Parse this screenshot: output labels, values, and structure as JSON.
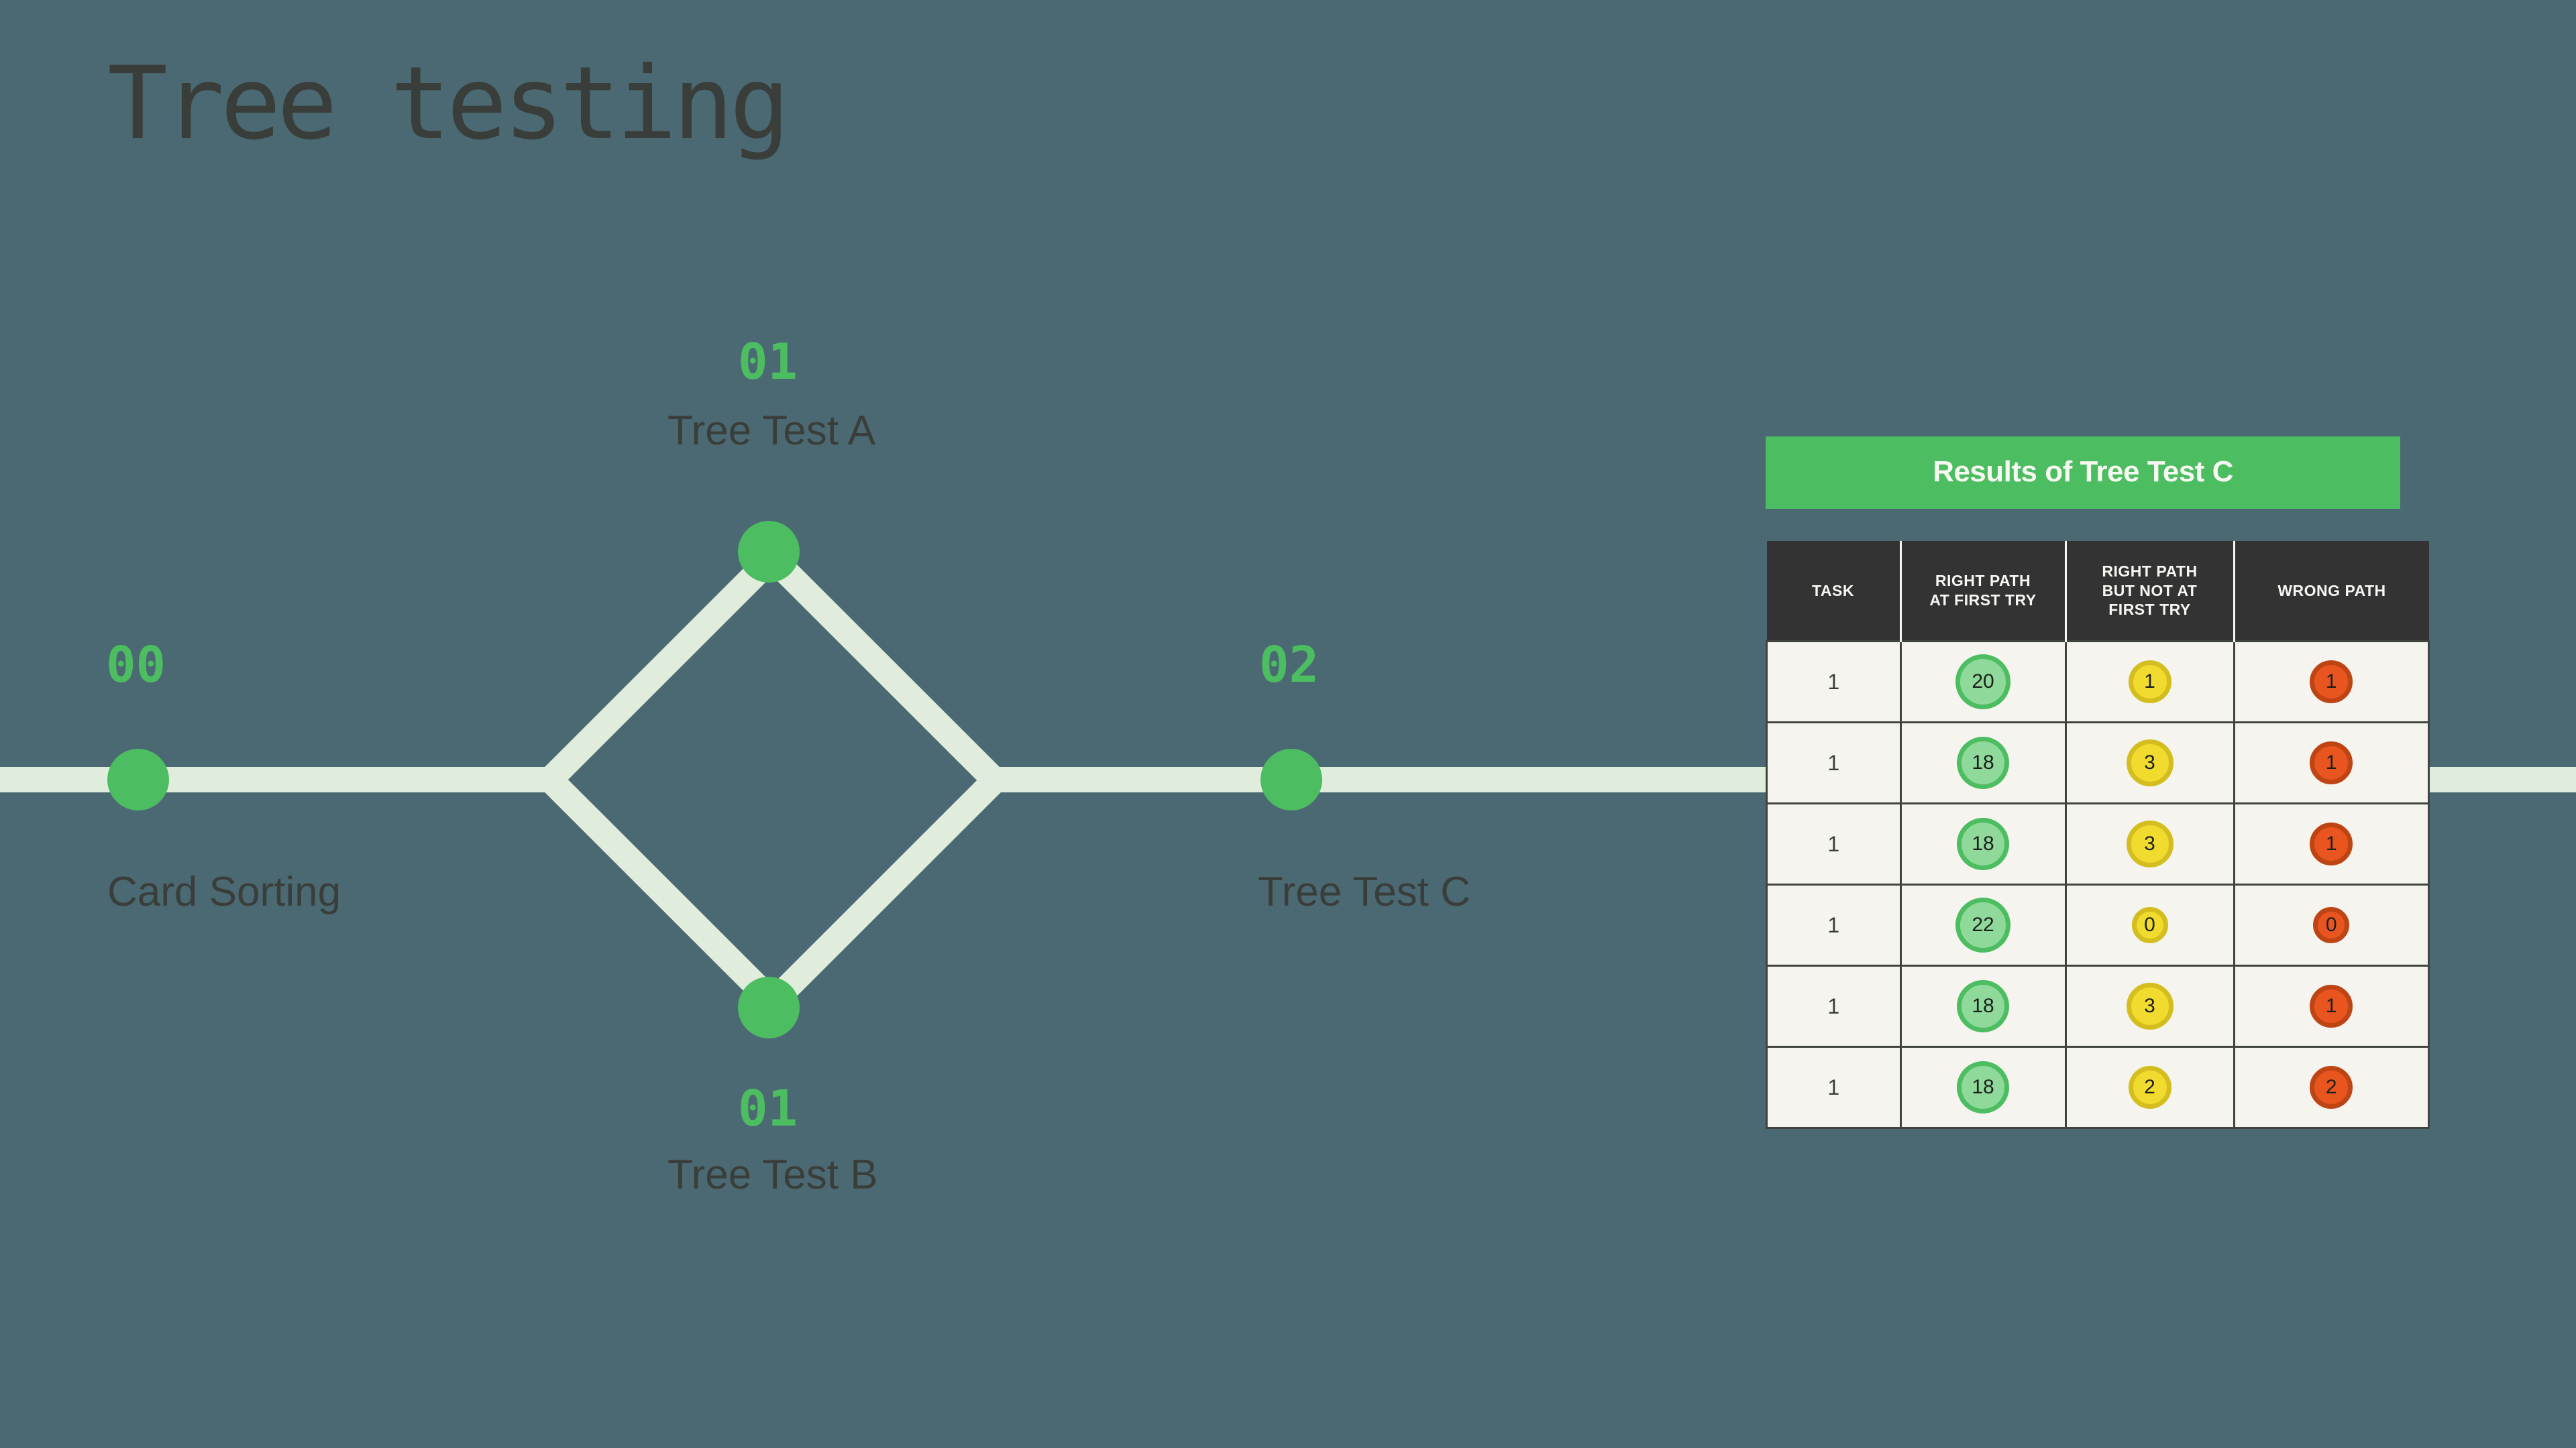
{
  "page": {
    "title": "Tree testing",
    "background_color": "#4B6972",
    "accent_green": "#4CBD61",
    "rail_color": "#E1EDDC",
    "text_color": "#3A3E3B"
  },
  "timeline": {
    "steps": [
      {
        "number": "00",
        "label": "Card Sorting",
        "branch": "main"
      },
      {
        "number": "01",
        "label": "Tree Test A",
        "branch": "top"
      },
      {
        "number": "01",
        "label": "Tree Test B",
        "branch": "bottom"
      },
      {
        "number": "02",
        "label": "Tree Test C",
        "branch": "main"
      }
    ]
  },
  "results": {
    "title": "Results of Tree Test C",
    "columns": [
      "TASK",
      "RIGHT PATH AT FIRST TRY",
      "RIGHT PATH BUT NOT AT FIRST TRY",
      "WRONG PATH"
    ],
    "column_lines": [
      [
        "TASK"
      ],
      [
        "RIGHT PATH",
        "AT FIRST TRY"
      ],
      [
        "RIGHT PATH",
        "BUT NOT AT",
        "FIRST TRY"
      ],
      [
        "WRONG PATH"
      ]
    ],
    "rows": [
      {
        "task": "1",
        "right_first": "20",
        "right_not_first": "1",
        "wrong": "1"
      },
      {
        "task": "1",
        "right_first": "18",
        "right_not_first": "3",
        "wrong": "1"
      },
      {
        "task": "1",
        "right_first": "18",
        "right_not_first": "3",
        "wrong": "1"
      },
      {
        "task": "1",
        "right_first": "22",
        "right_not_first": "0",
        "wrong": "0"
      },
      {
        "task": "1",
        "right_first": "18",
        "right_not_first": "3",
        "wrong": "1"
      },
      {
        "task": "1",
        "right_first": "18",
        "right_not_first": "2",
        "wrong": "2"
      }
    ],
    "badge_colors": {
      "green_fill": "#8FD99A",
      "green_border": "#4CBD61",
      "yellow_fill": "#F0DB2E",
      "yellow_border": "#D4BE1F",
      "orange_fill": "#E8551F",
      "orange_border": "#BF4414"
    },
    "header_background": "#333333",
    "cell_background": "#F5F4EF"
  },
  "chart_data": {
    "type": "table",
    "title": "Results of Tree Test C",
    "categories": [
      "TASK",
      "RIGHT PATH AT FIRST TRY",
      "RIGHT PATH BUT NOT AT FIRST TRY",
      "WRONG PATH"
    ],
    "series": [
      {
        "name": "RIGHT PATH AT FIRST TRY",
        "values": [
          20,
          18,
          18,
          22,
          18,
          18
        ]
      },
      {
        "name": "RIGHT PATH BUT NOT AT FIRST TRY",
        "values": [
          1,
          3,
          3,
          0,
          3,
          2
        ]
      },
      {
        "name": "WRONG PATH",
        "values": [
          1,
          1,
          1,
          0,
          1,
          2
        ]
      }
    ],
    "x": [
      "1",
      "1",
      "1",
      "1",
      "1",
      "1"
    ],
    "xlabel": "TASK",
    "ylabel": "",
    "grid": true,
    "legend": "none"
  }
}
